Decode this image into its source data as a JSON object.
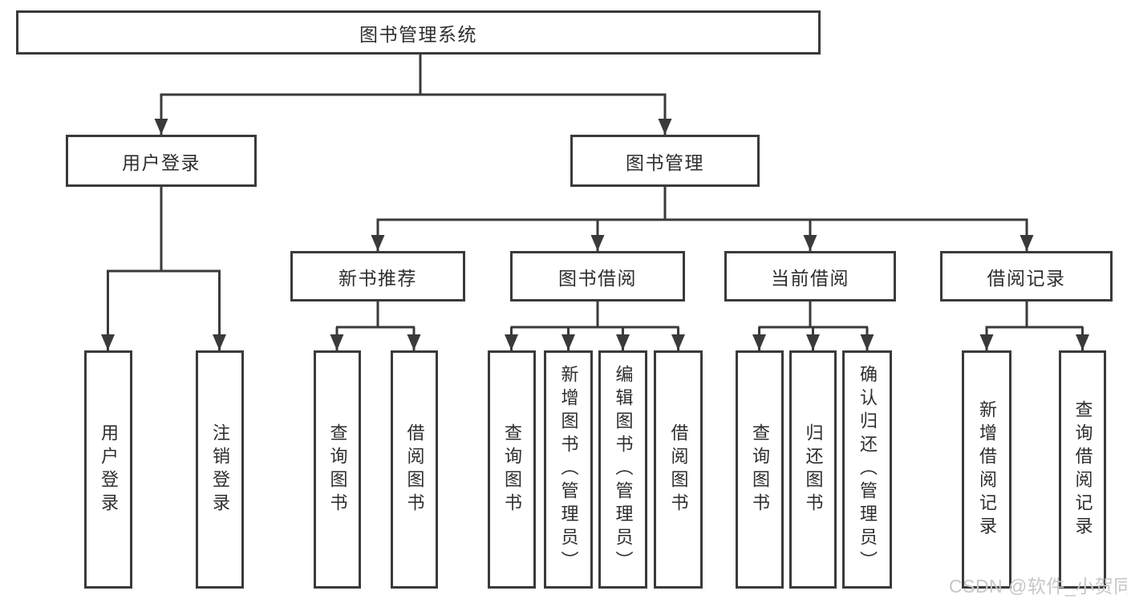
{
  "tree": {
    "root": {
      "label": "图书管理系统",
      "children": [
        {
          "label": "用户登录",
          "children": [
            {
              "label": "用户登录"
            },
            {
              "label": "注销登录"
            }
          ]
        },
        {
          "label": "图书管理",
          "children": [
            {
              "label": "新书推荐",
              "children": [
                {
                  "label": "查询图书"
                },
                {
                  "label": "借阅图书"
                }
              ]
            },
            {
              "label": "图书借阅",
              "children": [
                {
                  "label": "查询图书"
                },
                {
                  "label": "新增图书（管理员）"
                },
                {
                  "label": "编辑图书（管理员）"
                },
                {
                  "label": "借阅图书"
                }
              ]
            },
            {
              "label": "当前借阅",
              "children": [
                {
                  "label": "查询图书"
                },
                {
                  "label": "归还图书"
                },
                {
                  "label": "确认归还（管理员）"
                }
              ]
            },
            {
              "label": "借阅记录",
              "children": [
                {
                  "label": "新增借阅记录"
                },
                {
                  "label": "查询借阅记录"
                }
              ]
            }
          ]
        }
      ]
    }
  },
  "watermark": {
    "text": "CSDN @软件_小贺同学"
  },
  "colors": {
    "line": "#3a3a3a",
    "text": "#2e2e2e",
    "watermark": "#c7c7c7",
    "background": "#ffffff"
  }
}
